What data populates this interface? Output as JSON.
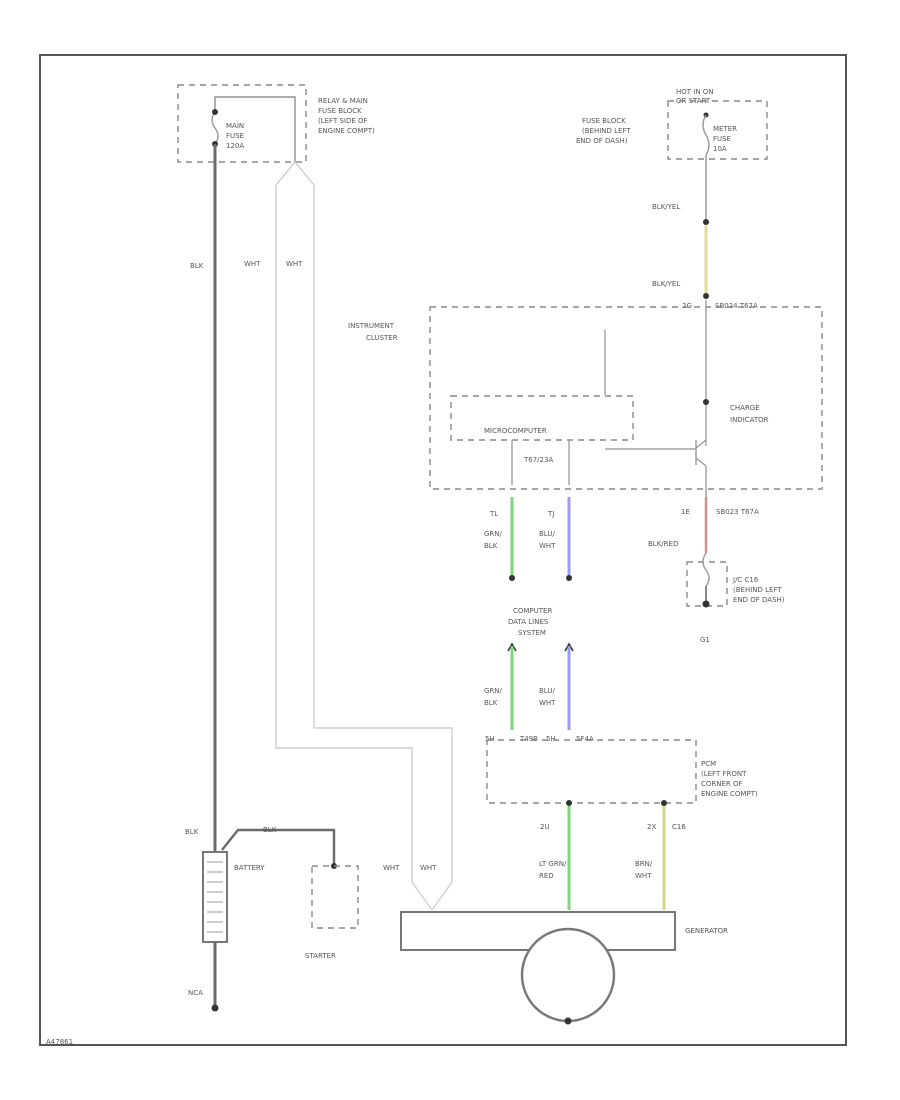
{
  "labels": {
    "relay_fuse_block": [
      "RELAY & MAIN",
      "FUSE BLOCK",
      "(LEFT SIDE OF",
      "ENGINE COMPT)"
    ],
    "main_fuse": [
      "MAIN",
      "FUSE",
      "120A"
    ],
    "blk_1": "BLK",
    "wht_1": "WHT",
    "wht_2": "WHT",
    "hot_in_on": [
      "HOT IN ON",
      "OR START"
    ],
    "fuse_block_left": [
      "FUSE BLOCK",
      "(BEHIND LEFT",
      "END OF DASH)"
    ],
    "meter_fuse": [
      "METER",
      "FUSE",
      "10A"
    ],
    "blk_yel_1": "BLK/YEL",
    "blk_yel_2": "BLK/YEL",
    "cluster_pin_top": [
      "2G",
      "SB024 T67A"
    ],
    "instrument_cluster": [
      "INSTRUMENT",
      "CLUSTER"
    ],
    "charge_indicator": [
      "CHARGE",
      "INDICATOR"
    ],
    "microcomputer": "MICROCOMPUTER",
    "cluster_conn_bottom": "T67/23A",
    "wire_tl": [
      "TL",
      "GRN/",
      "BLK"
    ],
    "wire_tj": [
      "TJ",
      "BLU/",
      "WHT"
    ],
    "wire_1e": [
      "1E",
      "SB023 T67A"
    ],
    "blk_red": "BLK/RED",
    "jc_label": [
      "J/C C16",
      "(BEHIND LEFT",
      "END OF DASH)"
    ],
    "ground_g1": "G1",
    "computer_data_lines": [
      "COMPUTER",
      "DATA LINES",
      "SYSTEM"
    ],
    "data_wire_1": [
      "GRN/",
      "BLK"
    ],
    "data_wire_2": [
      "BLU/",
      "WHT"
    ],
    "pcm_conn": [
      "5H",
      "T49B",
      "5H",
      "5F4A"
    ],
    "pcm": [
      "PCM",
      "(LEFT FRONT",
      "CORNER OF",
      "ENGINE COMPT)"
    ],
    "pin_2u": "2U",
    "pin_2x": "2X",
    "pin_c16": "C16",
    "lt_grn_red": [
      "LT GRN/",
      "RED"
    ],
    "brn_wht": [
      "BRN/",
      "WHT"
    ],
    "blk_2": "BLK",
    "blk_3": "BLK",
    "battery": "BATTERY",
    "starter": "STARTER",
    "wht_3": "WHT",
    "wht_4": "WHT",
    "generator": "GENERATOR",
    "ground_g2": "NCA",
    "footer_id": "A47861"
  },
  "colors": {
    "frame": "#555555",
    "wire_blk": "#6a6a6a",
    "wire_wht": "#d0d0d0",
    "wire_yellow": "#dede9a",
    "wire_green": "#7fd47f",
    "wire_blue": "#9b9bee",
    "wire_red": "#d98a8a",
    "wire_brn_wht": "#d6d68a",
    "battery": "#777777"
  }
}
